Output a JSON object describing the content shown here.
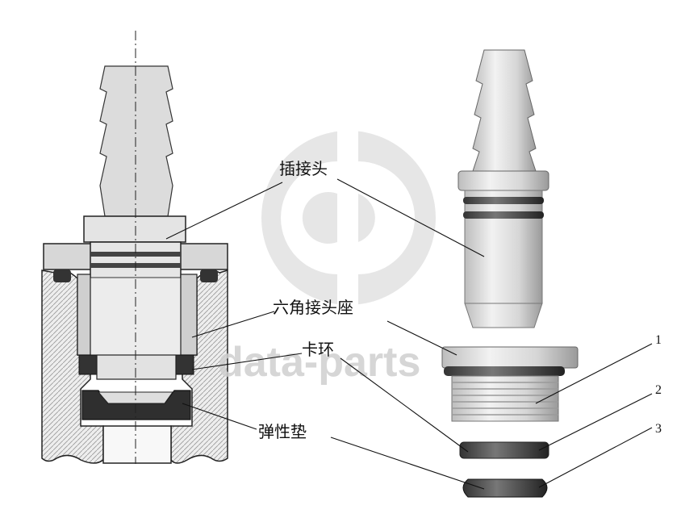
{
  "labels": {
    "plug": "插接头",
    "hex_seat": "六角接头座",
    "clip_ring": "卡环",
    "gasket": "弹性垫"
  },
  "part_numbers": [
    "1",
    "2",
    "3"
  ],
  "watermark": {
    "text": "data-parts"
  },
  "colors": {
    "line": "#111111",
    "body_gray": "#d9d9d9",
    "dark": "#2a2a2a",
    "watermark": "#cfcfcf"
  },
  "icons": {
    "watermark_logo": "gd-logo-icon"
  }
}
